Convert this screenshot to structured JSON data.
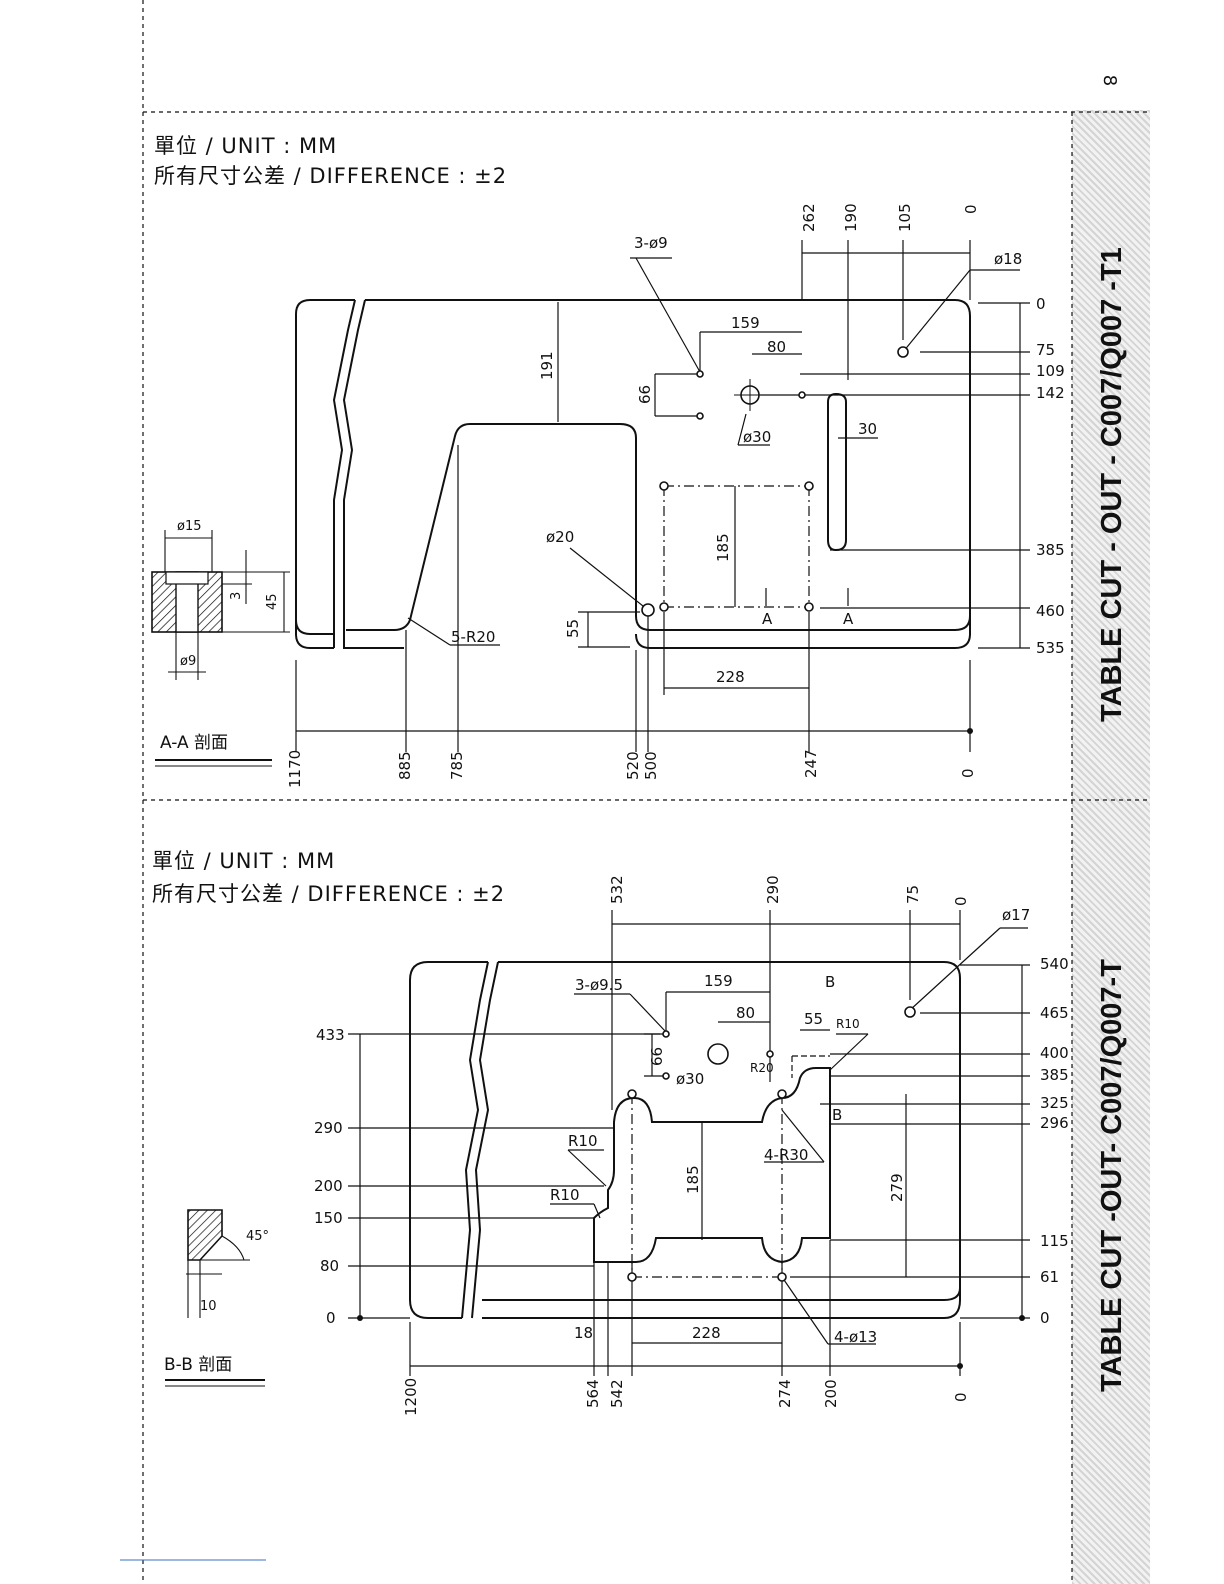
{
  "page_number": "8",
  "top": {
    "header_unit": "單位 / UNIT : MM",
    "header_diff": "所有尺寸公差 / DIFFERENCE : ±2",
    "side_label": "TABLE CUT - OUT - C007/Q007 -T1",
    "section_label": "A-A 剖面",
    "top_dims": [
      "262",
      "190",
      "105",
      "0"
    ],
    "right_dims": [
      "0",
      "75",
      "109",
      "142",
      "385",
      "460",
      "535"
    ],
    "bottom_dims": [
      "1170",
      "885",
      "785",
      "520",
      "500",
      "247",
      "0"
    ],
    "inner": {
      "holes_a": "3-ø9",
      "d159": "159",
      "d80": "80",
      "d66": "66",
      "d191": "191",
      "d30hole": "ø30",
      "d30slot": "30",
      "d18": "ø18",
      "d20": "ø20",
      "d185": "185",
      "d55": "55",
      "d228": "228",
      "r20": "5-R20",
      "sec_a": "A"
    },
    "section": {
      "d15": "ø15",
      "d9": "ø9",
      "d3": "3",
      "d45": "45"
    }
  },
  "bottom": {
    "header_unit": "單位 / UNIT : MM",
    "header_diff": "所有尺寸公差 / DIFFERENCE : ±2",
    "side_label": "TABLE CUT -OUT- C007/Q007-T",
    "section_label": "B-B 剖面",
    "top_dims": [
      "532",
      "290",
      "75",
      "0"
    ],
    "right_dims": [
      "540",
      "465",
      "400",
      "385",
      "325",
      "296",
      "115",
      "61",
      "0"
    ],
    "left_dims": [
      "433",
      "290",
      "200",
      "150",
      "80",
      "0"
    ],
    "bottom_dims": [
      "1200",
      "564",
      "542",
      "274",
      "200",
      "0"
    ],
    "inner": {
      "holes_b": "3-ø9.5",
      "d159": "159",
      "d80": "80",
      "d55": "55",
      "r10a": "R10",
      "r10b": "R10",
      "r10c": "R10",
      "r20": "R20",
      "d66": "66",
      "d30": "ø30",
      "d17": "ø17",
      "sec_b": "B",
      "r30": "4-R30",
      "d185": "185",
      "d279": "279",
      "d18": "18",
      "d228": "228",
      "d13": "4-ø13"
    },
    "section": {
      "angle": "45°",
      "d10": "10"
    }
  }
}
